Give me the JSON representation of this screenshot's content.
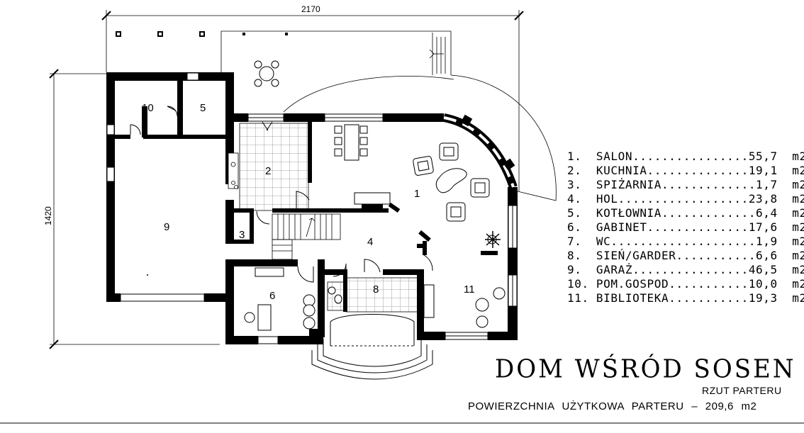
{
  "dimensions": {
    "width": "2170",
    "height": "1420"
  },
  "rooms": [
    {
      "number": "1",
      "name": "SALON",
      "area": "55,7 m2"
    },
    {
      "number": "2",
      "name": "KUCHNIA",
      "area": "19,1 m2"
    },
    {
      "number": "3",
      "name": "SPIŻARNIA",
      "area": "1,7 m2"
    },
    {
      "number": "4",
      "name": "HOL",
      "area": "23,8 m2"
    },
    {
      "number": "5",
      "name": "KOTŁOWNIA",
      "area": "6,4 m2"
    },
    {
      "number": "6",
      "name": "GABINET",
      "area": "17,6 m2"
    },
    {
      "number": "7",
      "name": "WC",
      "area": "1,9 m2"
    },
    {
      "number": "8",
      "name": "SIEŃ/GARDER",
      "area": "6,6 m2"
    },
    {
      "number": "9",
      "name": "GARAŻ",
      "area": "46,5 m2"
    },
    {
      "number": "10",
      "name": "POM.GOSPOD.",
      "area": "10,0 m2"
    },
    {
      "number": "11",
      "name": "BIBLIOTEKA",
      "area": "19,3 m2"
    }
  ],
  "legend_lines": [
    "1.  SALON................55,7  m2",
    "2.  KUCHNIA..............19,1  m2",
    "3.  SPIŻARNIA.............1,7  m2",
    "4.  HOL..................23,8  m2",
    "5.  KOTŁOWNIA.............6,4  m2",
    "6.  GABINET..............17,6  m2",
    "7.  WC....................1,9  m2",
    "8.  SIEŃ/GARDER...........6,6  m2",
    "9.  GARAŻ................46,5  m2",
    "10. POM.GOSPOD...........10,0  m2",
    "11. BIBLIOTEKA...........19,3  m2"
  ],
  "title": "DOM WŚRÓD SOSEN",
  "subtitle": "RZUT PARTERU",
  "area_summary": "POWIERZCHNIA UŻYTKOWA PARTERU  –  209,6 m2",
  "colors": {
    "wall": "#000000",
    "tile": "#888888",
    "background": "#ffffff"
  }
}
